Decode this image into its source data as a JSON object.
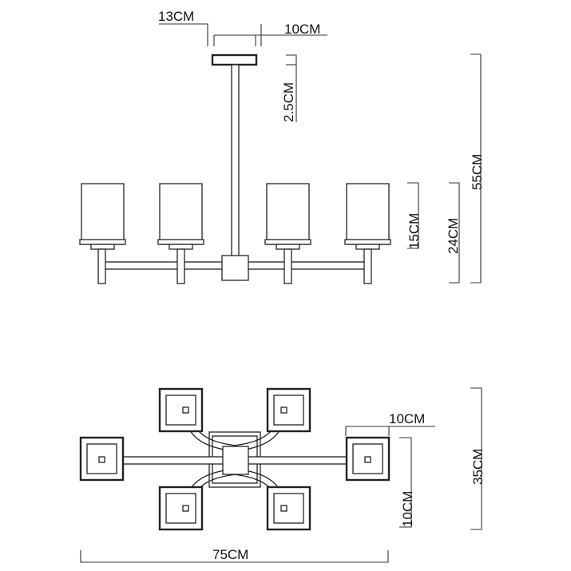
{
  "dimensions": {
    "top_canopy_outer": "13CM",
    "top_canopy_inner": "10CM",
    "canopy_height": "2.5CM",
    "shade_height": "15CM",
    "arm_height": "24CM",
    "total_height": "55CM",
    "square_plate": "10CM",
    "total_depth": "35CM",
    "square_plate_side": "10CM",
    "total_width": "75CM"
  },
  "colors": {
    "line": "#222222",
    "background": "#ffffff"
  }
}
